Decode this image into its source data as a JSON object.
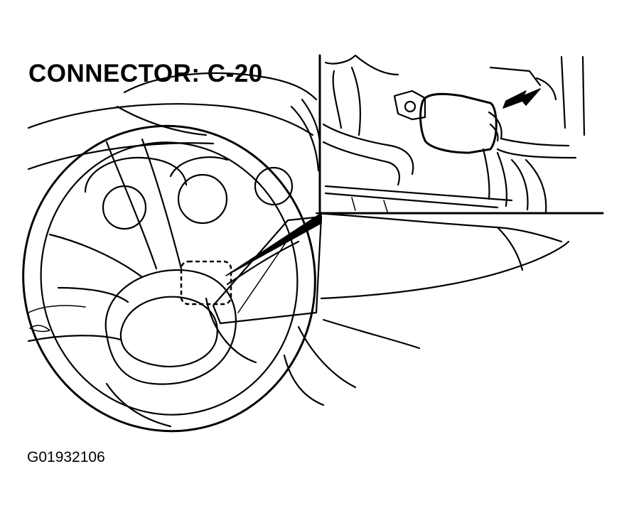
{
  "title": "CONNECTOR: C-20",
  "figure_id": "G01932106",
  "icons": [
    "steering-wheel",
    "dashboard",
    "connector-inset",
    "arrow-pointer"
  ],
  "colors": {
    "line": "#000000",
    "background": "#ffffff"
  }
}
